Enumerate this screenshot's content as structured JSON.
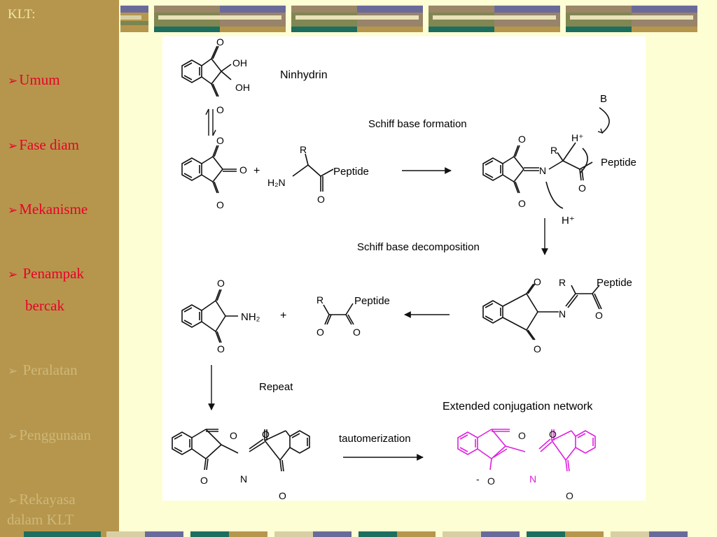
{
  "slide": {
    "title": "KLT:",
    "nav": [
      {
        "label": "Umum",
        "state": "active"
      },
      {
        "label": "Fase diam",
        "state": "active"
      },
      {
        "label": "Mekanisme",
        "state": "active"
      },
      {
        "label": "Penampak",
        "label2": "bercak",
        "state": "active"
      },
      {
        "label": "Peralatan",
        "state": "muted"
      },
      {
        "label": "Penggunaan",
        "state": "muted"
      },
      {
        "label": "Rekayasa",
        "label2": "dalam KLT",
        "state": "muted"
      }
    ],
    "bullet_glyph": "➢",
    "colors": {
      "sidebar": "#b6964c",
      "background": "#fefed4",
      "active_text": "#e8002a",
      "muted_text": "#cdb87a",
      "deco_slate": "#6a6a9a",
      "deco_teal": "#1c6e5e",
      "deco_gold": "#b6964c",
      "product_magenta": "#e020e0"
    }
  },
  "diagram": {
    "ninhydrin_label": "Ninhydrin",
    "schiff_formation_label": "Schiff base formation",
    "schiff_decomposition_label": "Schiff  base decomposition",
    "repeat_label": "Repeat",
    "tautomerization_label": "tautomerization",
    "extended_label": "Extended conjugation network",
    "atoms": {
      "O": "O",
      "OH": "OH",
      "N": "N",
      "R": "R",
      "B": "B",
      "plus": "+",
      "peptide": "Peptide",
      "h2n": "H₂N",
      "nh2": "NH₂",
      "h_plus": "H⁺",
      "minus": "-"
    }
  }
}
